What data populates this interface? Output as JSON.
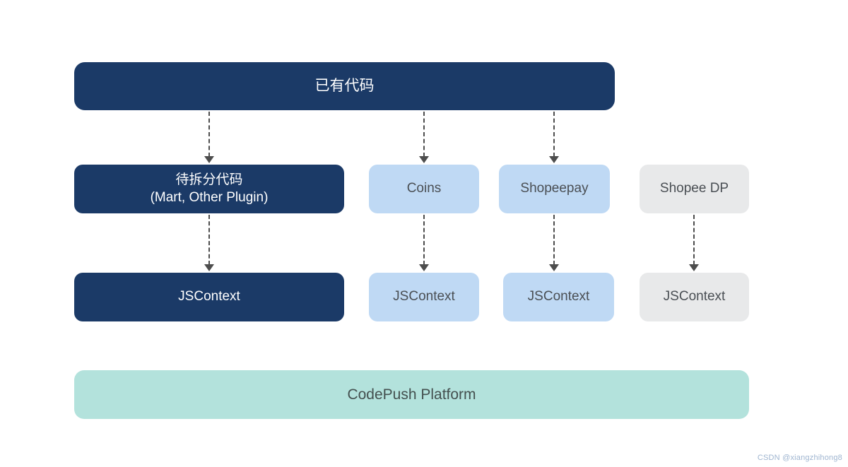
{
  "nodes": {
    "existing_code": {
      "label": "已有代码"
    },
    "to_split": {
      "line1": "待拆分代码",
      "line2": "(Mart, Other Plugin)"
    },
    "coins": {
      "label": "Coins"
    },
    "shopeepay": {
      "label": "Shopeepay"
    },
    "shopee_dp": {
      "label": "Shopee DP"
    },
    "jscontext_main": {
      "label": "JSContext"
    },
    "jscontext_coins": {
      "label": "JSContext"
    },
    "jscontext_shopeepay": {
      "label": "JSContext"
    },
    "jscontext_shopee_dp": {
      "label": "JSContext"
    },
    "codepush": {
      "label": "CodePush Platform"
    }
  },
  "edges": [
    {
      "from": "existing_code",
      "to": "to_split",
      "style": "dashed-arrow"
    },
    {
      "from": "existing_code",
      "to": "coins",
      "style": "dashed-arrow"
    },
    {
      "from": "existing_code",
      "to": "shopeepay",
      "style": "dashed-arrow"
    },
    {
      "from": "to_split",
      "to": "jscontext_main",
      "style": "dashed-arrow"
    },
    {
      "from": "coins",
      "to": "jscontext_coins",
      "style": "dashed-arrow"
    },
    {
      "from": "shopeepay",
      "to": "jscontext_shopeepay",
      "style": "dashed-arrow"
    },
    {
      "from": "shopee_dp",
      "to": "jscontext_shopee_dp",
      "style": "dashed-arrow"
    }
  ],
  "colors": {
    "canvas_bg": "#FFFFFF",
    "dark_navy": "#1B3A67",
    "light_blue": "#BFD9F4",
    "light_gray": "#E8E9EA",
    "mint": "#B3E2DC",
    "dark_text": "#4A4F54",
    "mint_text": "#44504F",
    "white_text": "#FFFFFF",
    "arrow": "#4D4D4D",
    "watermark": "#9FB5D0"
  },
  "watermark": "CSDN @xiangzhihong8"
}
